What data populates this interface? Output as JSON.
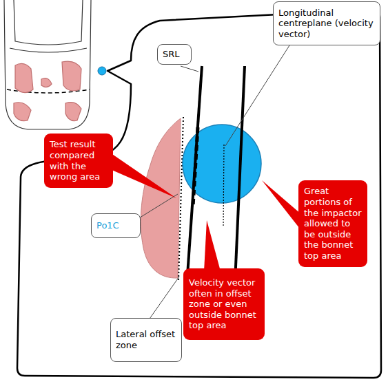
{
  "diagram": {
    "nodes": [
      {
        "text": [
          "Longitudinal centreplane (velocity vector)"
        ]
      },
      {
        "text": [
          "SRL"
        ]
      },
      {
        "text": [
          "Test result compared with the wrong area"
        ]
      },
      {
        "text": [
          "Great portions of the impactor allowed to be outside the bonnet top area"
        ]
      },
      {
        "text": [
          "Po1C"
        ]
      },
      {
        "text": [
          "Velocity vector often in offset zone or even outside bonnet top area"
        ]
      },
      {
        "text": [
          "Lateral offset zone"
        ]
      }
    ]
  }
}
